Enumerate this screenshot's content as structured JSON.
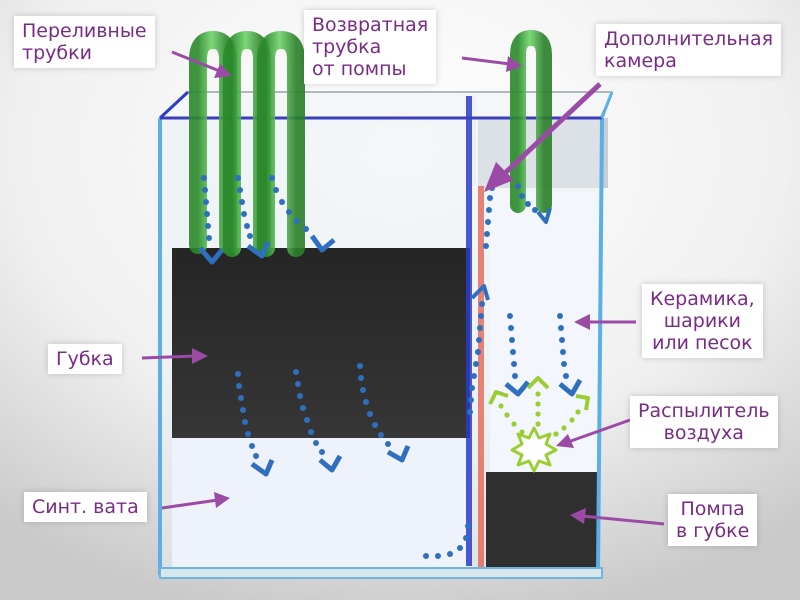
{
  "labels": {
    "overflow_tubes": "Переливные\nтрубки",
    "return_tube": "Возвратная\nтрубка\nот помпы",
    "extra_chamber": "Дополнительная\nкамера",
    "sponge": "Губка",
    "ceramics": "Керамика,\nшарики\nили песок",
    "air_diffuser": "Распылитель\nвоздуха",
    "synth_wool": "Синт. вата",
    "pump": "Помпа\nв губке"
  },
  "colors": {
    "label_text": "#7a2a87",
    "arrow": "#9b4aa6",
    "water_dots": "#2f6fbf",
    "air_dots": "#9acd32",
    "tube": "#3fae3a",
    "sponge": "#2d2d2d",
    "wool": "#eef2fb",
    "glass_edge": "#5ab0e6"
  }
}
